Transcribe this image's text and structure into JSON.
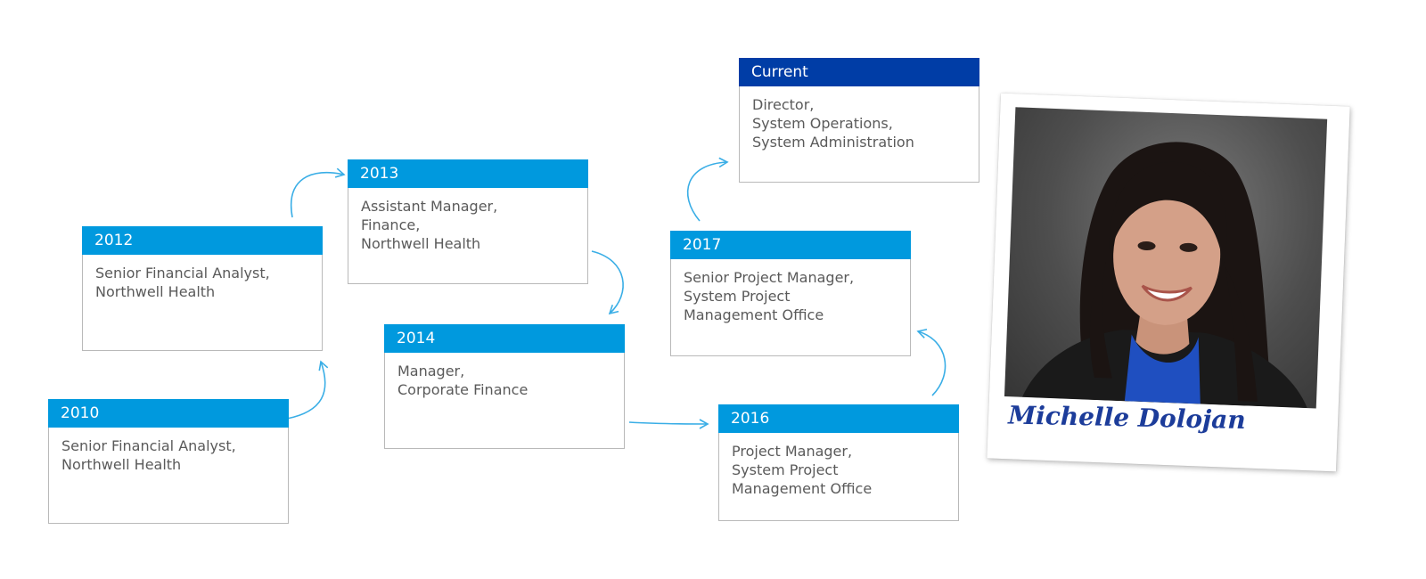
{
  "timeline": [
    {
      "id": "2010",
      "year": "2010",
      "lines": [
        "Senior Financial Analyst,",
        "Northwell Health"
      ]
    },
    {
      "id": "2012",
      "year": "2012",
      "lines": [
        "Senior Financial Analyst,",
        "Northwell Health"
      ]
    },
    {
      "id": "2013",
      "year": "2013",
      "lines": [
        "Assistant Manager,",
        "Finance,",
        "Northwell Health"
      ]
    },
    {
      "id": "2014",
      "year": "2014",
      "lines": [
        "Manager,",
        "Corporate Finance"
      ]
    },
    {
      "id": "2016",
      "year": "2016",
      "lines": [
        "Project Manager,",
        "System Project",
        "Management Office"
      ]
    },
    {
      "id": "2017",
      "year": "2017",
      "lines": [
        "Senior Project Manager,",
        "System Project",
        "Management Office"
      ]
    },
    {
      "id": "current",
      "year": "Current",
      "lines": [
        "Director,",
        "System Operations,",
        "System Administration"
      ]
    }
  ],
  "profile": {
    "name_signature": "Michelle Dolojan"
  },
  "colors": {
    "header": "#0099de",
    "current_header": "#003da6",
    "arrow": "#3aaee6",
    "signature": "#1c3c9a"
  }
}
